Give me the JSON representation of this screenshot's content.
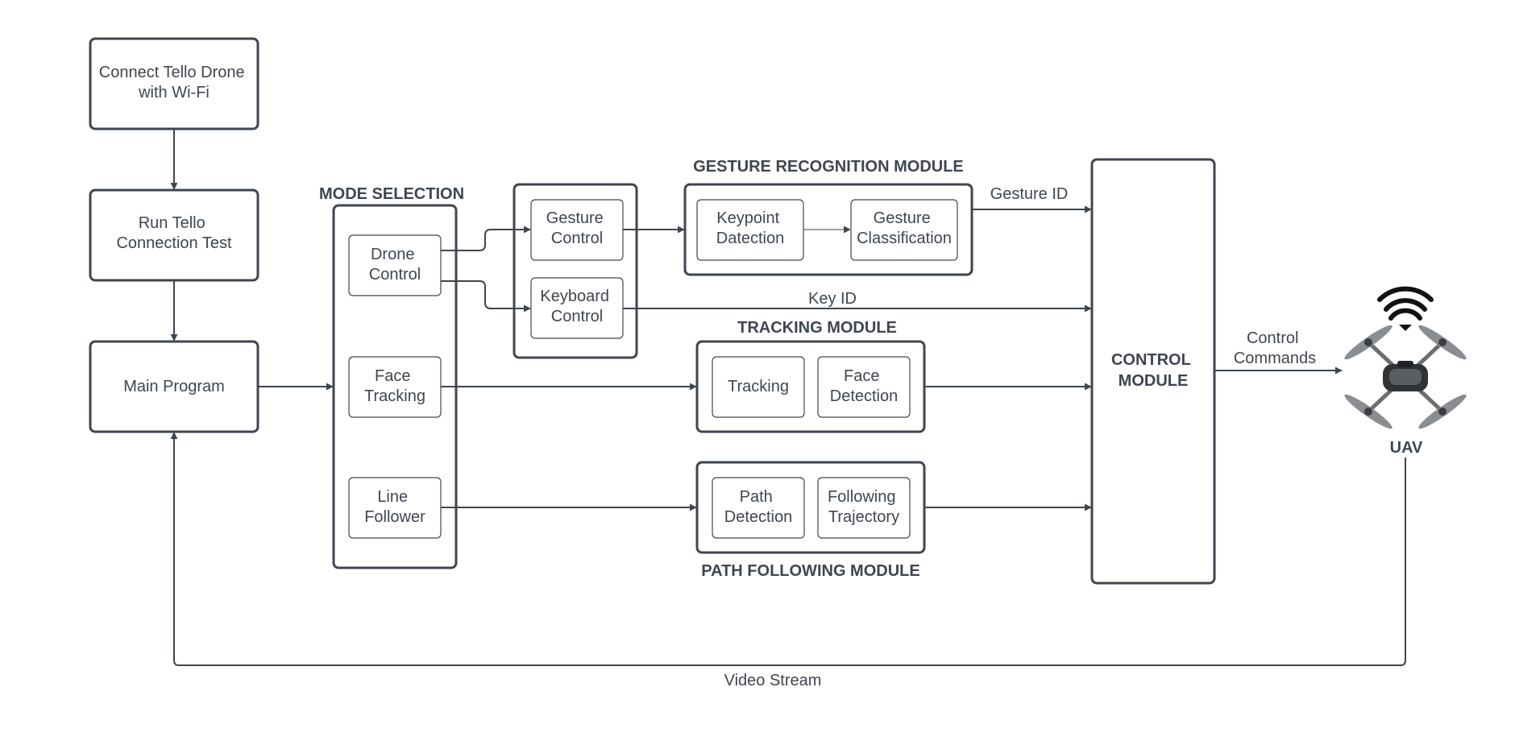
{
  "steps": {
    "connect": [
      "Connect Tello Drone",
      "with Wi-Fi"
    ],
    "test": [
      "Run Tello",
      "Connection Test"
    ],
    "main": [
      "Main Program"
    ]
  },
  "mode_selection": {
    "title": "MODE SELECTION",
    "drone_control": [
      "Drone",
      "Control"
    ],
    "face_tracking": [
      "Face",
      "Tracking"
    ],
    "line_follower": [
      "Line",
      "Follower"
    ]
  },
  "control_group": {
    "gesture_control": [
      "Gesture",
      "Control"
    ],
    "keyboard_control": [
      "Keyboard",
      "Control"
    ]
  },
  "gesture_module": {
    "title": "GESTURE RECOGNITION MODULE",
    "keypoint": [
      "Keypoint",
      "Datection"
    ],
    "classification": [
      "Gesture",
      "Classification"
    ]
  },
  "tracking_module": {
    "title": "TRACKING MODULE",
    "tracking": [
      "Tracking"
    ],
    "face_detection": [
      "Face",
      "Detection"
    ]
  },
  "path_module": {
    "title": "PATH FOLLOWING MODULE",
    "path_detection": [
      "Path",
      "Detection"
    ],
    "trajectory": [
      "Following",
      "Trajectory"
    ]
  },
  "control_module": [
    "CONTROL",
    "MODULE"
  ],
  "edge_labels": {
    "gesture_id": "Gesture ID",
    "key_id": "Key ID",
    "control_commands": [
      "Control",
      "Commands"
    ],
    "video_stream": "Video Stream"
  },
  "uav": {
    "label": "UAV",
    "icon": "drone-icon"
  }
}
